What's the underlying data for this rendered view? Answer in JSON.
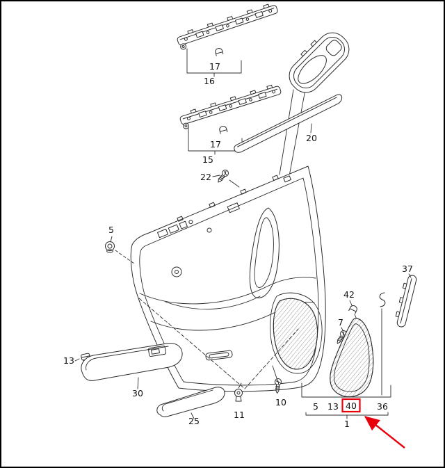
{
  "window": {
    "background": "#ffffff",
    "border_color": "#000000"
  },
  "diagram": {
    "description": "Exploded parts diagram of a rear door trim panel with numbered callouts",
    "ink_color": "#2b2b2b",
    "highlight_color": "#e8000d",
    "callouts": {
      "clip_16_qty": "17",
      "trim_strip_upper": "16",
      "clip_15_qty": "17",
      "trim_strip_lower": "15",
      "belt_molding": "20",
      "screw_upper": "22",
      "grommet": "5",
      "edge_trim": "37",
      "clip_speaker": "42",
      "screw_speaker": "7",
      "clip_armrest": "13",
      "armrest": "30",
      "pull_trim": "25",
      "rivet": "11",
      "screw_lower": "10",
      "grp_grommet": "5",
      "grp_clip": "13",
      "grp_highlight": "40",
      "grp_edge": "36",
      "door_panel_assembly": "1"
    },
    "highlighted_part": "40"
  }
}
